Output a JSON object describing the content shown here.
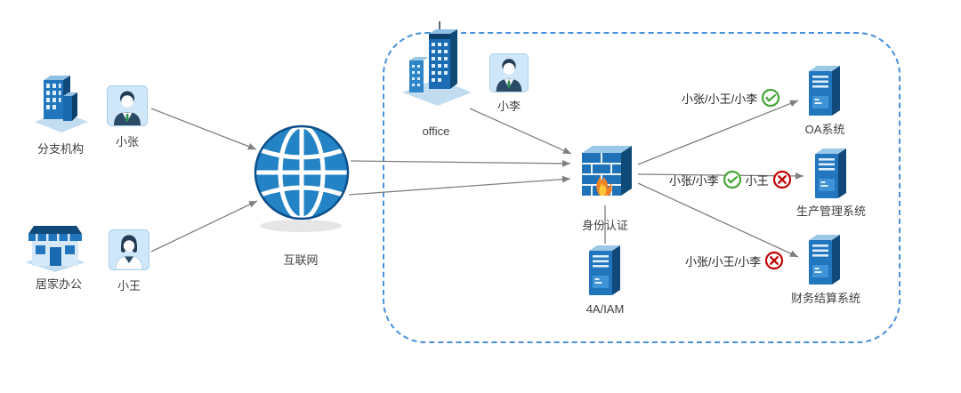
{
  "left_zone": {
    "branch": {
      "label": "分支机构"
    },
    "user_zhang": {
      "label": "小张"
    },
    "home": {
      "label": "居家办公"
    },
    "user_wang": {
      "label": "小王"
    }
  },
  "internet": {
    "label": "互联网"
  },
  "secure_zone": {
    "office": {
      "label": "office"
    },
    "user_li": {
      "label": "小李"
    },
    "firewall": {
      "label": "身份认证"
    },
    "iam": {
      "label": "4A/IAM"
    },
    "systems": [
      {
        "name": "OA系统",
        "access": [
          {
            "users": "小张/小王/小李",
            "status": "allow"
          }
        ]
      },
      {
        "name": "生产管理系统",
        "access": [
          {
            "users": "小张/小李",
            "status": "allow"
          },
          {
            "users": "小王",
            "status": "deny"
          }
        ]
      },
      {
        "name": "财务结算系统",
        "access": [
          {
            "users": "小张/小王/小李",
            "status": "deny"
          }
        ]
      }
    ]
  },
  "colors": {
    "primary_blue": "#2276bd",
    "dark_blue": "#11497a",
    "light_blue": "#9cc8e8",
    "zone_border": "#4a90d9",
    "arrow_gray": "#808080",
    "allow_green": "#45a735",
    "deny_red": "#c00000",
    "flame_orange": "#f08223"
  }
}
